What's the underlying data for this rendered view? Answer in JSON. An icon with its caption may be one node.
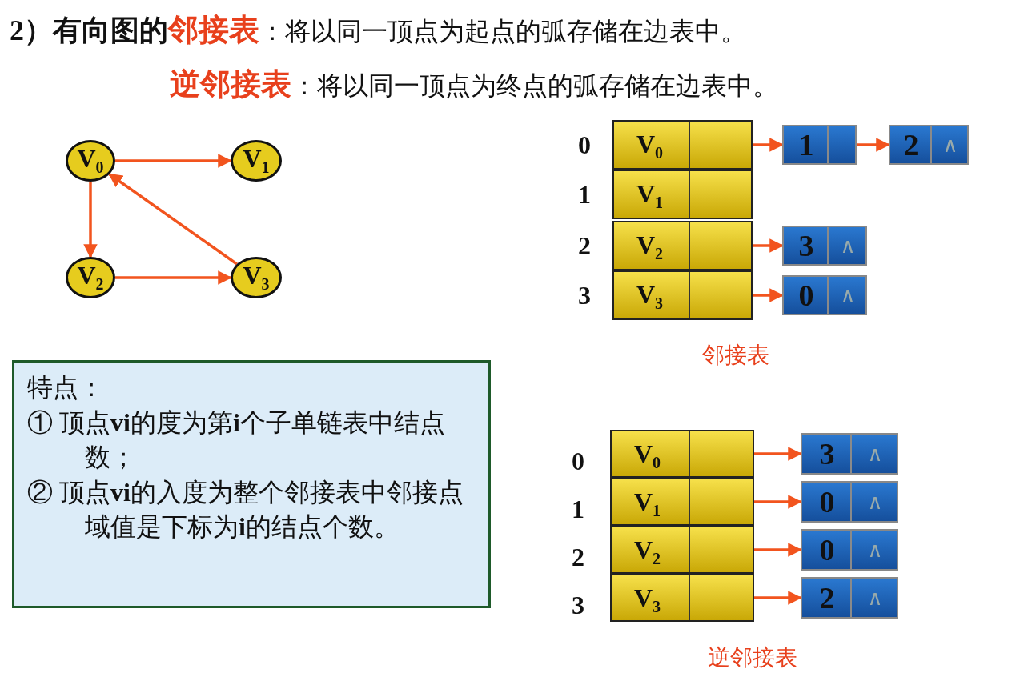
{
  "diagram": {
    "nodes": [
      {
        "text": [
          "V$_{0}$"
        ]
      },
      {
        "text": [
          "V$_{1}$"
        ]
      },
      {
        "text": [
          "V$_{2}$"
        ]
      },
      {
        "text": [
          "V$_{3}$"
        ]
      },
      {
        "text": [
          "V$_{0}$"
        ]
      },
      {
        "text": [
          "V$_{1}$"
        ]
      },
      {
        "text": [
          "V$_{2}$"
        ]
      },
      {
        "text": [
          "V$_{3}$"
        ]
      },
      {
        "text": [
          "1"
        ]
      },
      {
        "text": [
          "2",
          "∧"
        ]
      },
      {
        "text": [
          "3",
          "∧"
        ]
      },
      {
        "text": [
          "0",
          "∧"
        ]
      },
      {
        "text": [
          "V$_{0}$"
        ]
      },
      {
        "text": [
          "V$_{1}$"
        ]
      },
      {
        "text": [
          "V$_{2}$"
        ]
      },
      {
        "text": [
          "V$_{3}$"
        ]
      },
      {
        "text": [
          "3",
          "∧"
        ]
      },
      {
        "text": [
          "0",
          "∧"
        ]
      },
      {
        "text": [
          "0",
          "∧"
        ]
      },
      {
        "text": [
          "2",
          "∧"
        ]
      },
      {
        "text": [
          "特点：",
          "① 顶点**vi**的度为第**i**个子单链表中结点数；",
          "② 顶点**vi**的入度为整个邻接表中邻接点域值是下标为**i**的结点个数。"
        ]
      }
    ],
    "edges": [
      {
        "from": 0,
        "to": 1,
        "arrow": "to"
      },
      {
        "from": 0,
        "to": 2,
        "arrow": "to"
      },
      {
        "from": 2,
        "to": 3,
        "arrow": "to"
      },
      {
        "from": 3,
        "to": 0,
        "arrow": "to"
      },
      {
        "from": 4,
        "to": 8,
        "arrow": "to"
      },
      {
        "from": 8,
        "to": 9,
        "arrow": "to"
      },
      {
        "from": 6,
        "to": 10,
        "arrow": "to"
      },
      {
        "from": 7,
        "to": 11,
        "arrow": "to"
      },
      {
        "from": 12,
        "to": 16,
        "arrow": "to"
      },
      {
        "from": 13,
        "to": 17,
        "arrow": "to"
      },
      {
        "from": 14,
        "to": 18,
        "arrow": "to"
      },
      {
        "from": 15,
        "to": 19,
        "arrow": "to"
      }
    ],
    "labels": [
      "2）有向图的",
      "邻接表",
      "：将以同一顶点为起点的弧存储在边表中。",
      "逆邻接表",
      "：将以同一顶点为终点的弧存储在边表中。",
      "0",
      "1",
      "2",
      "3",
      "邻接表",
      "0",
      "1",
      "2",
      "3",
      "逆邻接表"
    ]
  }
}
